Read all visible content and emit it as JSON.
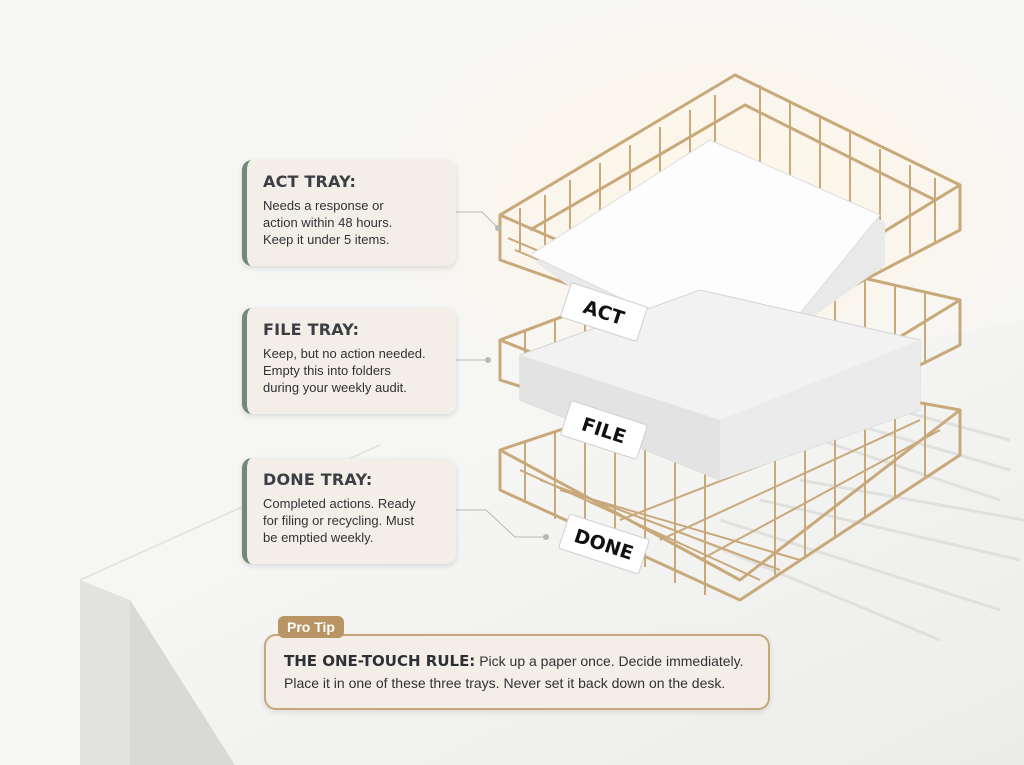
{
  "callouts": [
    {
      "title": "ACT TRAY:",
      "line1": "Needs a response or",
      "line2": "action within 48 hours.",
      "line3": "Keep it under 5 items."
    },
    {
      "title": "FILE TRAY:",
      "line1": "Keep, but no action needed.",
      "line2": "Empty this into folders",
      "line3": "during your weekly audit."
    },
    {
      "title": "DONE TRAY:",
      "line1": "Completed actions. Ready",
      "line2": "for filing or recycling. Must",
      "line3": "be emptied weekly."
    }
  ],
  "tray_labels": {
    "act": "ACT",
    "file": "FILE",
    "done": "DONE"
  },
  "tip": {
    "badge": "Pro Tip",
    "heading": "THE ONE-TOUCH RULE:",
    "text": "Pick up a paper once. Decide immediately. Place it in one of these three trays. Never set it back down on the desk."
  },
  "colors": {
    "accent": "#6f8a78",
    "wire": "#c9a87a",
    "badge": "#b99464"
  }
}
